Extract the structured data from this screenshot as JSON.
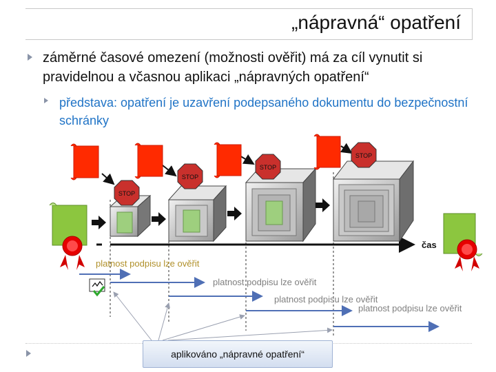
{
  "slide": {
    "title": "„nápravná“ opatření",
    "bullet_1": "záměrné časové omezení (možnosti ověřit) má za cíl vynutit si pravidelnou a včasnou aplikaci „nápravných opatření“",
    "bullet_2": "představa: opatření je uzavření podepsaného dokumentu do bezpečnostní schránky"
  },
  "diagram": {
    "stop_label": "STOP",
    "time_label": "čas",
    "validity_label": "platnost podpisu lze ověřit",
    "callout": "aplikováno „nápravné opatření“"
  },
  "colors": {
    "accent": "#8b95a8",
    "sub_bullet": "#1f73c6",
    "validity_first": "#b0902a",
    "validity_other": "#7f7f7f",
    "timeline_arrow": "#4f6fb5",
    "document_green": "#8cc63f",
    "document_red": "#ff2a00",
    "stop_sign": "#c9302c"
  }
}
